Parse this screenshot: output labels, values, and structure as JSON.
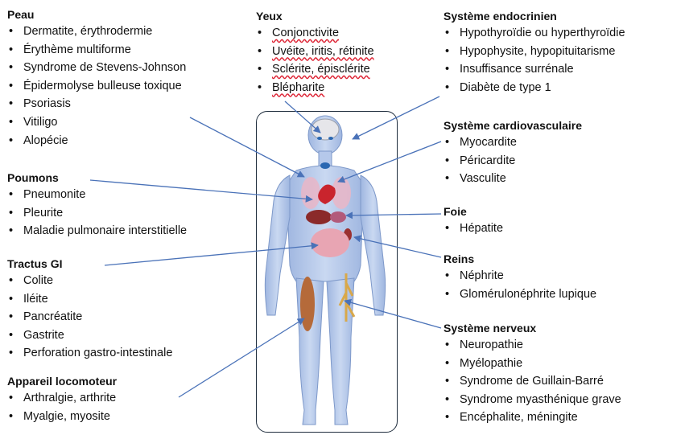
{
  "sections": {
    "peau": {
      "title": "Peau",
      "items": [
        "Dermatite, érythrodermie",
        "Érythème multiforme",
        "Syndrome de Stevens-Johnson",
        "Épidermolyse bulleuse toxique",
        "Psoriasis",
        "Vitiligo",
        "Alopécie"
      ]
    },
    "poumons": {
      "title": "Poumons",
      "items": [
        "Pneumonite",
        "Pleurite",
        "Maladie pulmonaire interstitielle"
      ]
    },
    "tractus_gi": {
      "title": "Tractus GI",
      "items": [
        "Colite",
        "Iléite",
        "Pancréatite",
        "Gastrite",
        "Perforation gastro-intestinale"
      ]
    },
    "locomoteur": {
      "title": "Appareil locomoteur",
      "items": [
        "Arthralgie, arthrite",
        "Myalgie, myosite"
      ]
    },
    "yeux": {
      "title": "Yeux",
      "items": [
        "Conjonctivite",
        "Uvéite, iritis, rétinite",
        "Sclérite, épisclérite",
        "Blépharite"
      ]
    },
    "endocrinien": {
      "title": "Système endocrinien",
      "items": [
        "Hypothyroïdie ou hyperthyroïdie",
        "Hypophysite, hypopituitarisme",
        "Insuffisance surrénale",
        "Diabète de type 1"
      ]
    },
    "cardio": {
      "title": "Système cardiovasculaire",
      "items": [
        "Myocardite",
        "Péricardite",
        "Vasculite"
      ]
    },
    "foie": {
      "title": "Foie",
      "items": [
        "Hépatite"
      ]
    },
    "reins": {
      "title": "Reins",
      "items": [
        "Néphrite",
        "Glomérulonéphrite lupique"
      ]
    },
    "nerveux": {
      "title": "Système nerveux",
      "items": [
        "Neuropathie",
        "Myélopathie",
        "Syndrome de Guillain-Barré",
        "Syndrome myasthénique grave",
        "Encéphalite, méningite"
      ]
    }
  },
  "colors": {
    "arrow": "#4a72b8",
    "body_fill": "#aec3e6",
    "body_stroke": "#7d98c9",
    "box_border": "#1f2d3d"
  }
}
